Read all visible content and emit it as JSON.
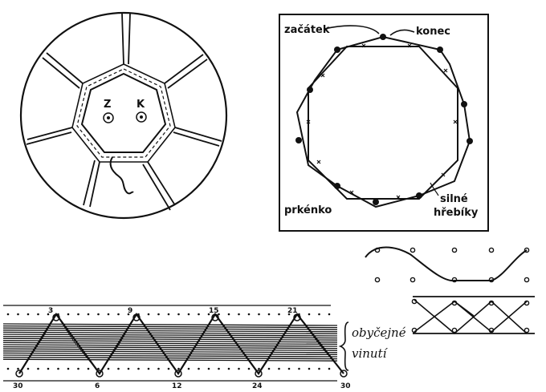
{
  "coil_figure": {
    "label_start": "Z",
    "label_end": "K"
  },
  "board_figure": {
    "label_start": "začátek",
    "label_end": "konec",
    "label_board": "prkénko",
    "label_nails_line1": "silné",
    "label_nails_line2": "hřebíky"
  },
  "winding_figure": {
    "top_numbers": [
      "3",
      "9",
      "15",
      "21"
    ],
    "bottom_numbers": [
      "30",
      "6",
      "12",
      "24",
      "30"
    ],
    "label_line1": "obyčejné",
    "label_line2": "vinutí"
  }
}
